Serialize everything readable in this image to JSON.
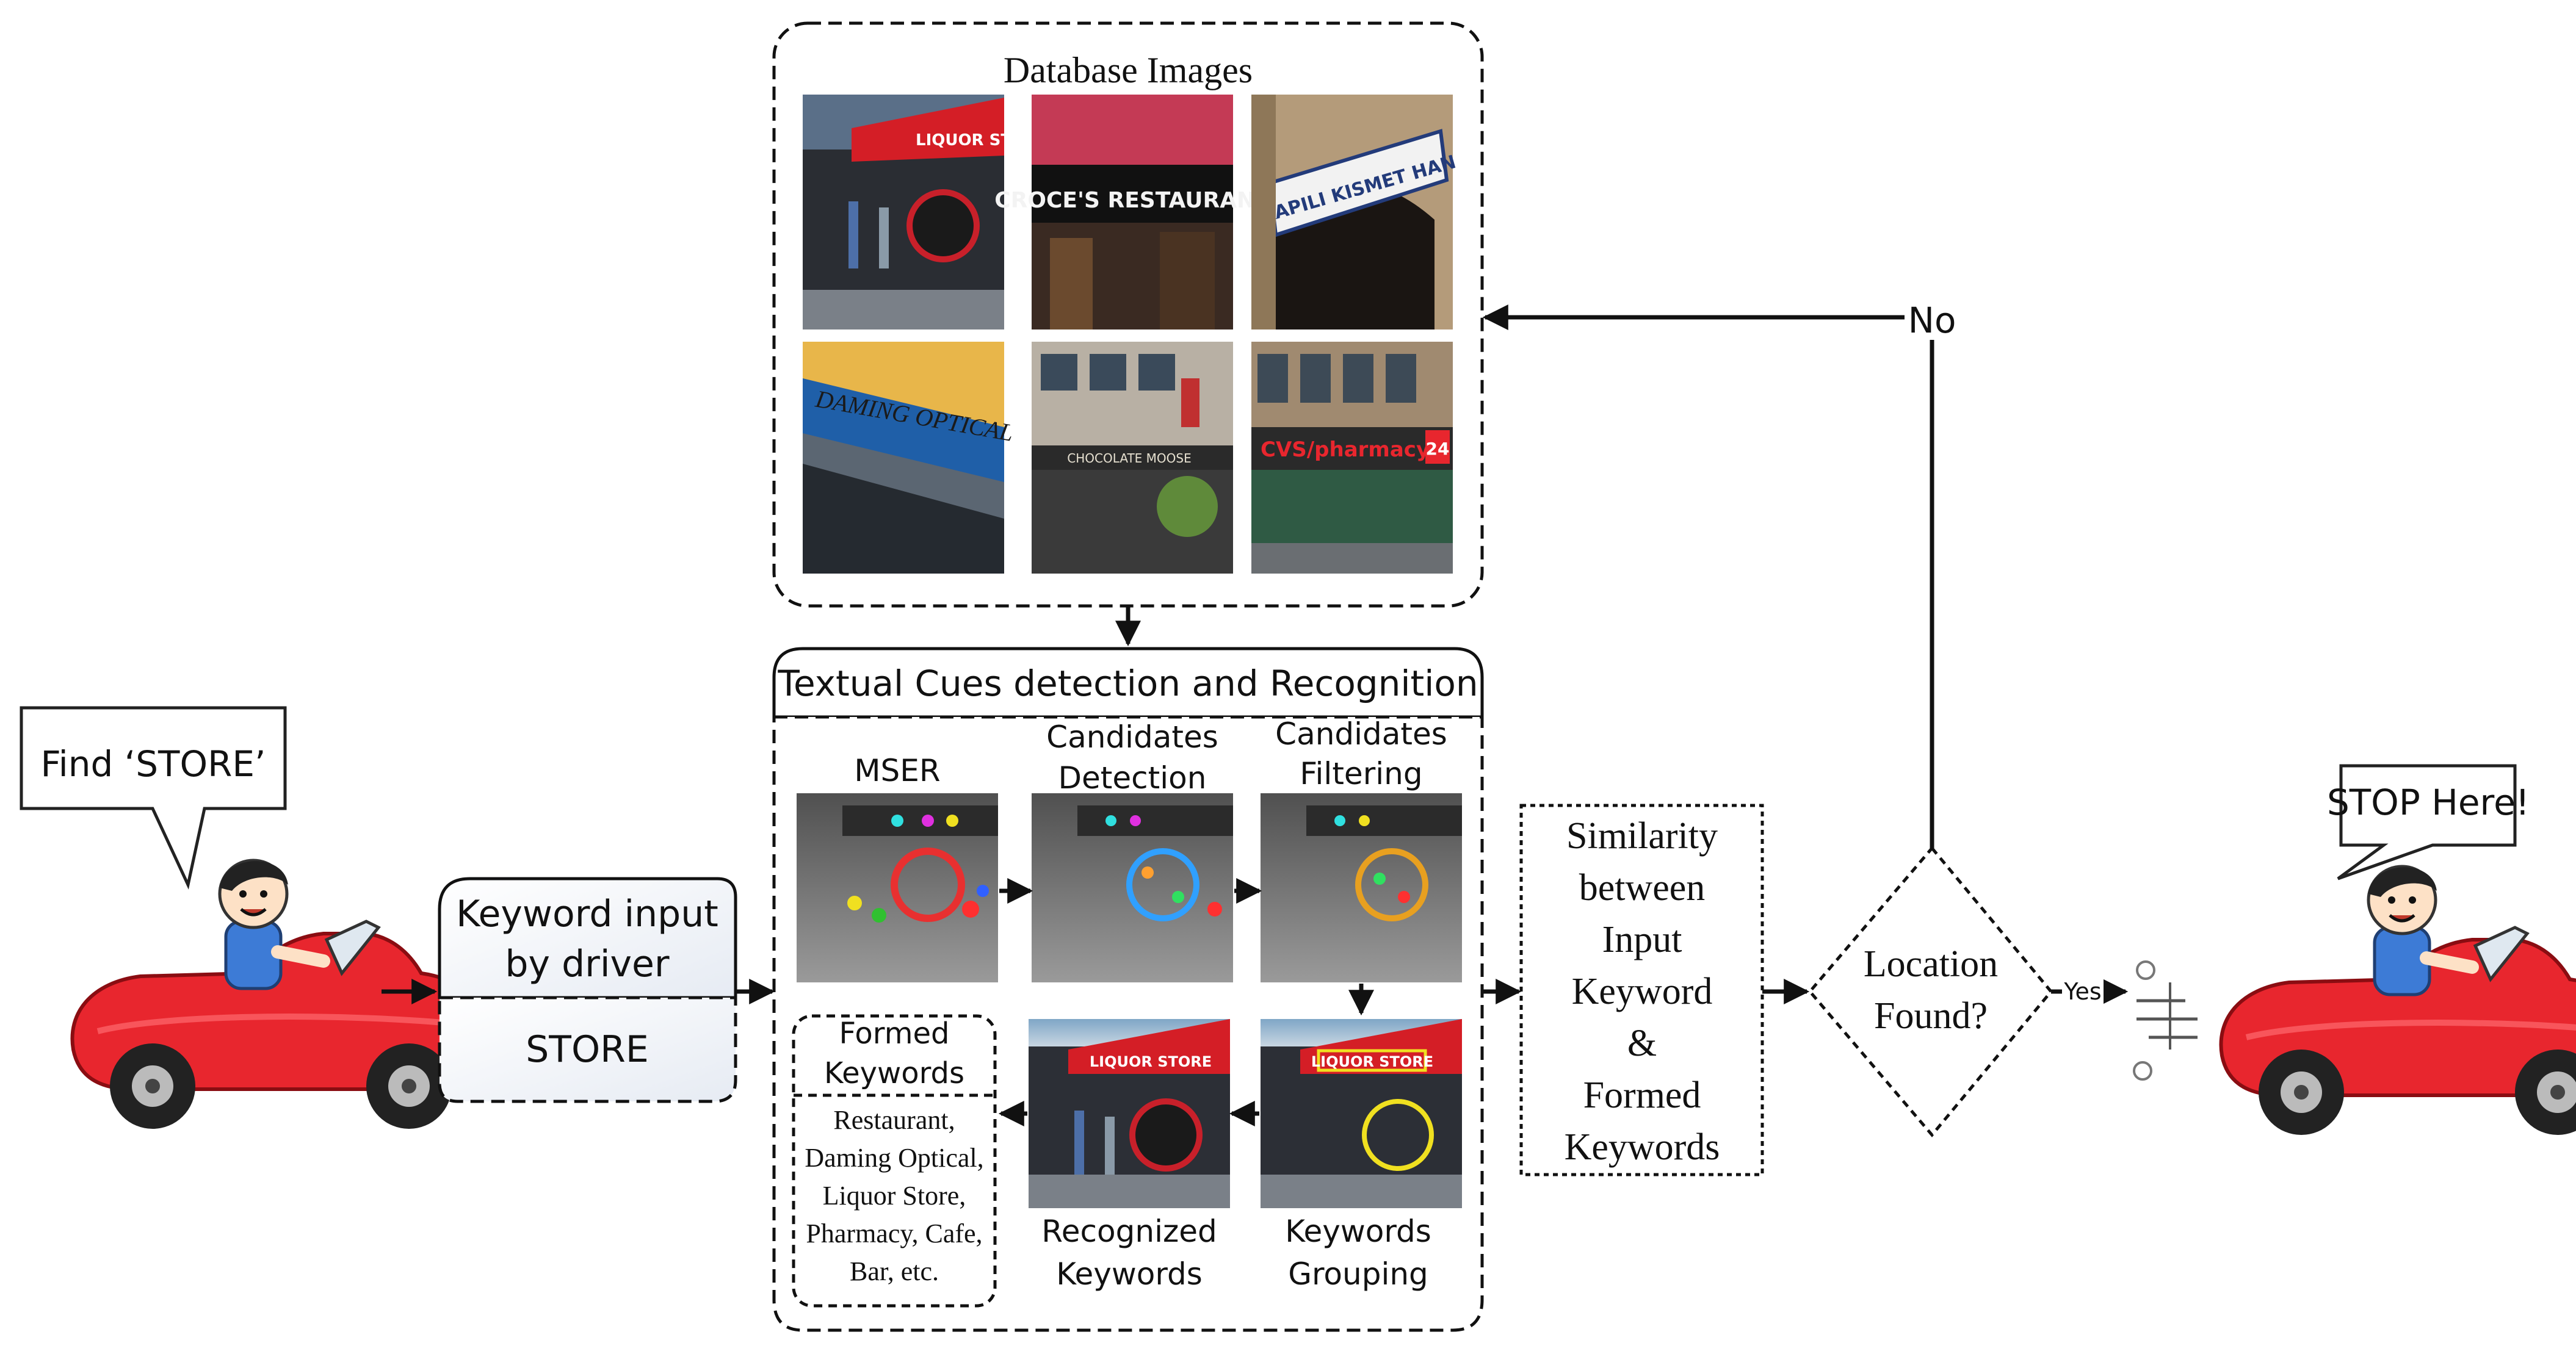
{
  "speech_start": "Find ‘STORE’",
  "speech_end": "STOP Here!",
  "database": {
    "title": "Database Images"
  },
  "keyword_box": {
    "title_line1": "Keyword input",
    "title_line2": "by driver",
    "value": "STORE"
  },
  "textual": {
    "title": "Textual Cues detection and Recognition",
    "mser": "MSER",
    "cand_det_1": "Candidates",
    "cand_det_2": "Detection",
    "cand_fil_1": "Candidates",
    "cand_fil_2": "Filtering",
    "formed_1": "Formed",
    "formed_2": "Keywords",
    "formed_list": [
      "Restaurant,",
      "Daming Optical,",
      "Liquor Store,",
      "Pharmacy, Cafe,",
      "Bar, etc."
    ],
    "recognized_1": "Recognized",
    "recognized_2": "Keywords",
    "grouping_1": "Keywords",
    "grouping_2": "Grouping"
  },
  "similarity": [
    "Similarity",
    "between",
    "Input",
    "Keyword",
    "&",
    "Formed",
    "Keywords"
  ],
  "decision": {
    "line1": "Location",
    "line2": "Found?",
    "no": "No",
    "yes": "Yes"
  },
  "photo_signs": {
    "liquor": "LIQUOR STORE",
    "croce": "CROCE'S RESTAURANT",
    "kapili": "KAPILI KISMET HAN",
    "optical": "DAMING   OPTICAL",
    "chocolate": "CHOCOLATE MOOSE",
    "cvs": "CVS/pharmacy",
    "cvs_badge": "24"
  },
  "colors": {
    "car": "#e8262e",
    "line": "#111111",
    "panel_fill": "#eef2f8"
  }
}
